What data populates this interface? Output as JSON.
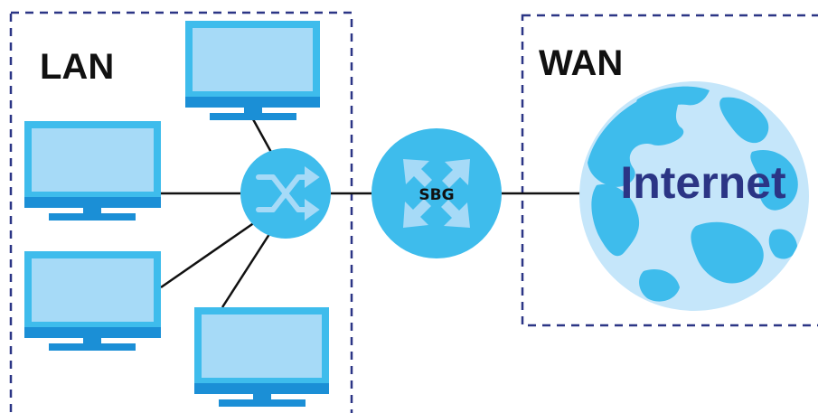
{
  "zones": {
    "lan_label": "LAN",
    "wan_label": "WAN"
  },
  "devices": {
    "router_label": "SBG",
    "internet_label": "Internet",
    "switch_icon": "switch-icon",
    "router_icon": "router-icon",
    "globe_icon": "globe-icon",
    "computer_icon": "monitor-icon"
  },
  "colors": {
    "boundary": "#2b3585",
    "device_blue": "#3ebcec",
    "screen_light": "#a6daf7",
    "monitor_base": "#1b8fd6",
    "globe_ocean": "#c5e6fa",
    "link": "#111111"
  }
}
